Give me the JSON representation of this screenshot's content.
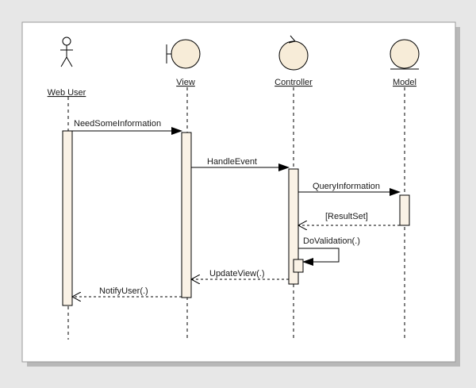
{
  "lifelines": [
    {
      "name": "Web User",
      "kind": "actor"
    },
    {
      "name": "View",
      "kind": "boundary"
    },
    {
      "name": "Controller",
      "kind": "control"
    },
    {
      "name": "Model",
      "kind": "entity"
    }
  ],
  "messages": [
    {
      "label": "NeedSomeInformation",
      "type": "sync"
    },
    {
      "label": "HandleEvent",
      "type": "sync"
    },
    {
      "label": "QueryInformation",
      "type": "sync"
    },
    {
      "label": "[ResultSet]",
      "type": "return"
    },
    {
      "label": "DoValidation(.)",
      "type": "self"
    },
    {
      "label": "UpdateView(.)",
      "type": "return"
    },
    {
      "label": "NotifyUser(.)",
      "type": "return"
    }
  ],
  "colors": {
    "frame": "#ffffff",
    "frame_border": "#9a9a9a",
    "figure_fill": "#f7ecd8",
    "activation_fill": "#faf2e6",
    "line": "#000000"
  }
}
